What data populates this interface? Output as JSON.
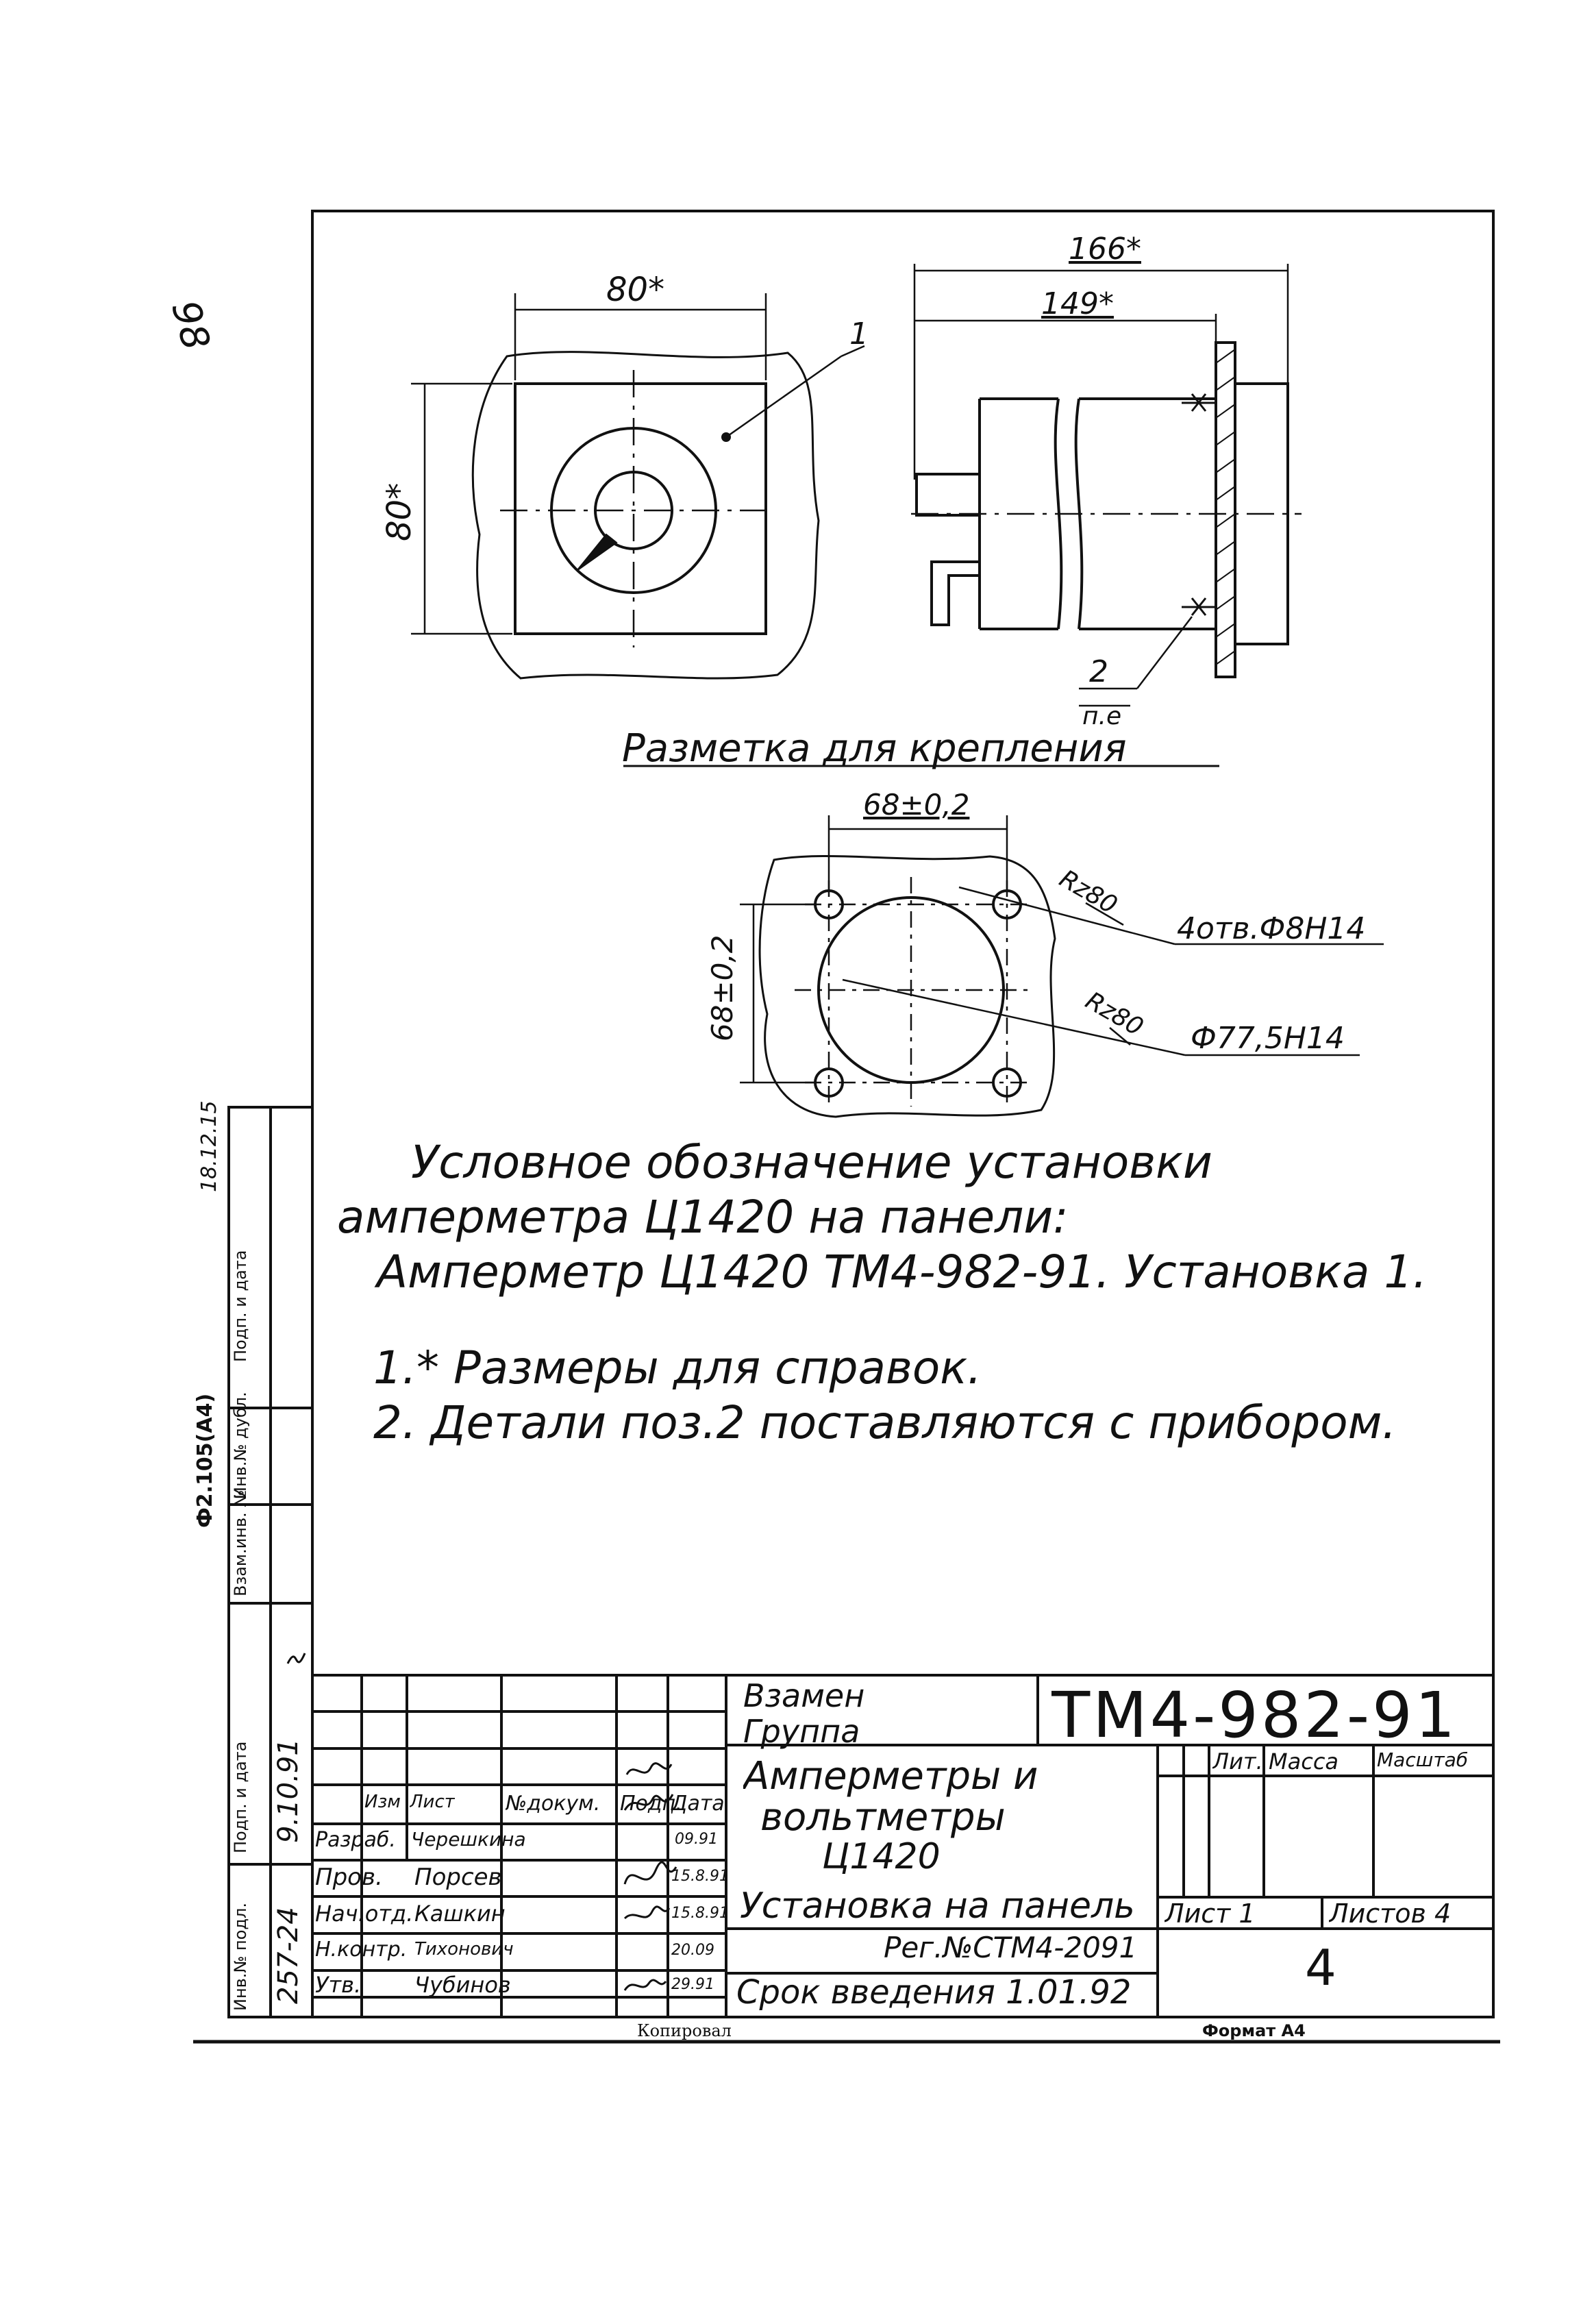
{
  "page_number": "98",
  "format_code": "Ф2.105(А4)",
  "side_stamp": {
    "labels": [
      "Инв.№ подл.",
      "Подп. и дата",
      "Взам.инв. №",
      "Инв.№ дубл.",
      "Подп. и дата"
    ],
    "values": [
      "257-24",
      "9.10.91",
      "",
      "",
      "18.12.15"
    ]
  },
  "drawing": {
    "dim_width_front": "80*",
    "dim_height_front": "80*",
    "dim_total_side": "166*",
    "dim_body_side": "149*",
    "leader_pos_1": "1",
    "leader_pos_2": "2",
    "leader_pos_2_sub": "п.е",
    "marking_title": "Разметка для крепления",
    "dim_hole_spacing_h": "68±0,2",
    "dim_hole_spacing_v": "68±0,2",
    "rz_holes": "Rz80",
    "holes_spec": "4отв.Ф8Н14",
    "rz_bore": "Rz80",
    "bore_spec": "Ф77,5Н14"
  },
  "notes": {
    "designation_line1": "Условное обозначение установки",
    "designation_line2": "амперметра Ц1420 на панели:",
    "designation_line3": "Амперметр Ц1420 ТМ4-982-91. Установка 1.",
    "note1": "1.* Размеры для справок.",
    "note2": "2. Детали поз.2 поставляются с прибором."
  },
  "title_block": {
    "replaces_label": "Взамен",
    "group_label": "Группа",
    "doc_code": "ТМ4-982-91",
    "title_line1": "Амперметры и",
    "title_line2": "вольтметры",
    "title_line3": "Ц1420",
    "title_line4": "Установка на панель",
    "reg_number": "Рег.№СТМ4-2091",
    "effective_date": "Срок введения 1.01.92",
    "header_lit": "Лит.",
    "header_mass": "Масса",
    "header_scale": "Масштаб",
    "sheet_label": "Лист 1",
    "sheets_label": "Листов 4",
    "sheet_count_value": "4",
    "sig_header": [
      "Изм",
      "Лист",
      "№докум.",
      "Подп.",
      "Дата"
    ],
    "sig_rows": [
      {
        "role": "Разраб.",
        "name": "Черешкина",
        "date": "09.91"
      },
      {
        "role": "Пров.",
        "name": "Порсев",
        "date": "15.8.91"
      },
      {
        "role": "Нач.отд.",
        "name": "Кашкин",
        "date": "15.8.91"
      },
      {
        "role": "Н.контр.",
        "name": "Тихонович",
        "date": "20.09"
      },
      {
        "role": "Утв.",
        "name": "Чубинов",
        "date": "29.91"
      }
    ]
  },
  "footer": {
    "copied": "Копировал",
    "format": "Формат А4"
  }
}
